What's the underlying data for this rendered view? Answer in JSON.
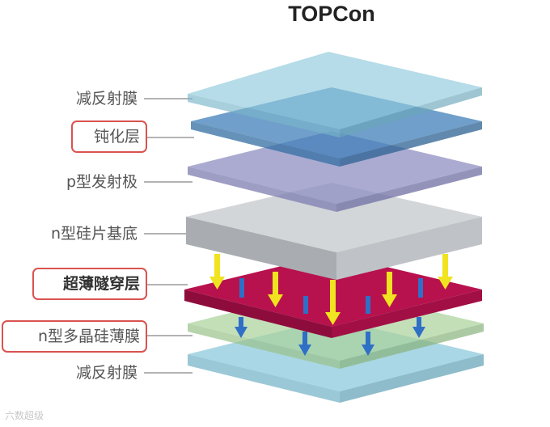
{
  "title": "TOPCon",
  "layers": [
    {
      "label": "减反射膜",
      "highlighted": false,
      "color": "#8ec9dc"
    },
    {
      "label": "钝化层",
      "highlighted": true,
      "color": "#3f7fb8"
    },
    {
      "label": "p型发射极",
      "highlighted": false,
      "color": "#8f8fc2"
    },
    {
      "label": "n型硅片基底",
      "highlighted": false,
      "color": "#c9cccf"
    },
    {
      "label": "超薄隧穿层",
      "highlighted": true,
      "bold": true,
      "color": "#b8124e"
    },
    {
      "label": "n型多晶硅薄膜",
      "highlighted": true,
      "color": "#a9d29a"
    },
    {
      "label": "减反射膜",
      "highlighted": false,
      "color": "#8ec9dc"
    }
  ],
  "arrows": {
    "yellow": "#f0e31f",
    "blue": "#2f6fc6"
  },
  "highlight_color": "#d9534f",
  "watermark": "六数超级"
}
